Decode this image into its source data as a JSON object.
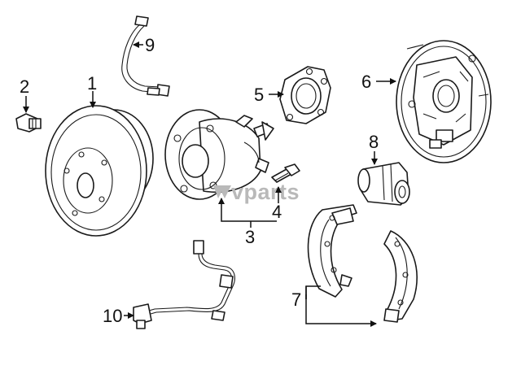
{
  "watermark": {
    "text": "vparts",
    "color": "#b9b9b9"
  },
  "callouts": [
    {
      "id": "1",
      "label": "1"
    },
    {
      "id": "2",
      "label": "2"
    },
    {
      "id": "3",
      "label": "3"
    },
    {
      "id": "4",
      "label": "4"
    },
    {
      "id": "5",
      "label": "5"
    },
    {
      "id": "6",
      "label": "6"
    },
    {
      "id": "7",
      "label": "7"
    },
    {
      "id": "8",
      "label": "8"
    },
    {
      "id": "9",
      "label": "9"
    },
    {
      "id": "10",
      "label": "10"
    }
  ]
}
